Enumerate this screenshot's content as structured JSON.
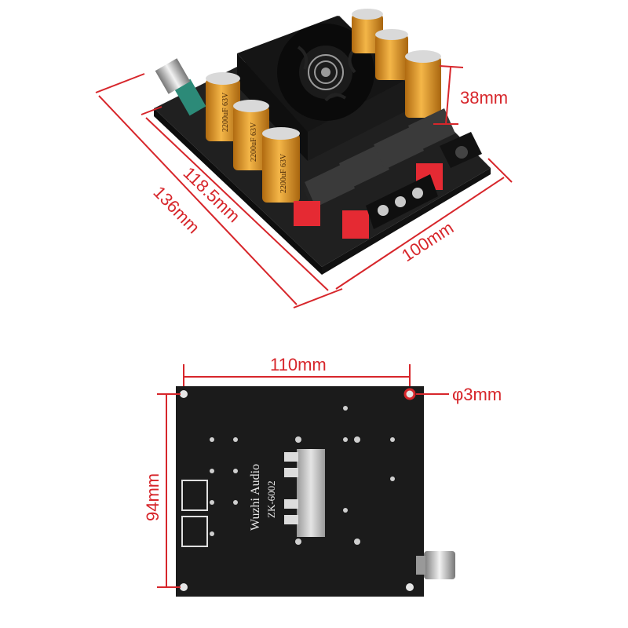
{
  "dimensions": {
    "width_diag": "118.5mm",
    "length_diag": "136mm",
    "depth_diag": "100mm",
    "height": "38mm",
    "back_width": "110mm",
    "hole": "φ3mm",
    "back_height": "94mm"
  },
  "board": {
    "brand": "Wuzhi Audio",
    "model": "ZK-6002",
    "capacitor_label": "2200uF 63V"
  },
  "colors": {
    "dimension_red": "#d7262b",
    "pcb": "#1b1b1b",
    "capacitor": "#e09a2c",
    "terminal_red": "#e52a33"
  }
}
